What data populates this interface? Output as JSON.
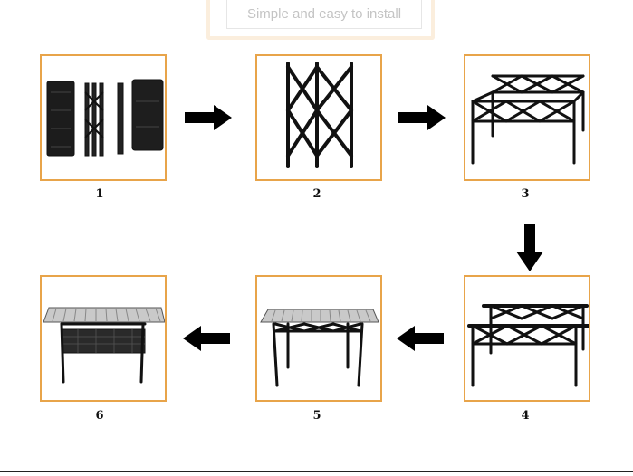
{
  "banner": {
    "text": "Simple and easy to install"
  },
  "steps": [
    {
      "label": "1"
    },
    {
      "label": "2"
    },
    {
      "label": "3"
    },
    {
      "label": "4"
    },
    {
      "label": "5"
    },
    {
      "label": "6"
    }
  ],
  "colors": {
    "frame": "#e8a44a",
    "banner_border": "#fbeedd",
    "banner_text": "#c4c4c4",
    "ink": "#1a1a1a"
  }
}
